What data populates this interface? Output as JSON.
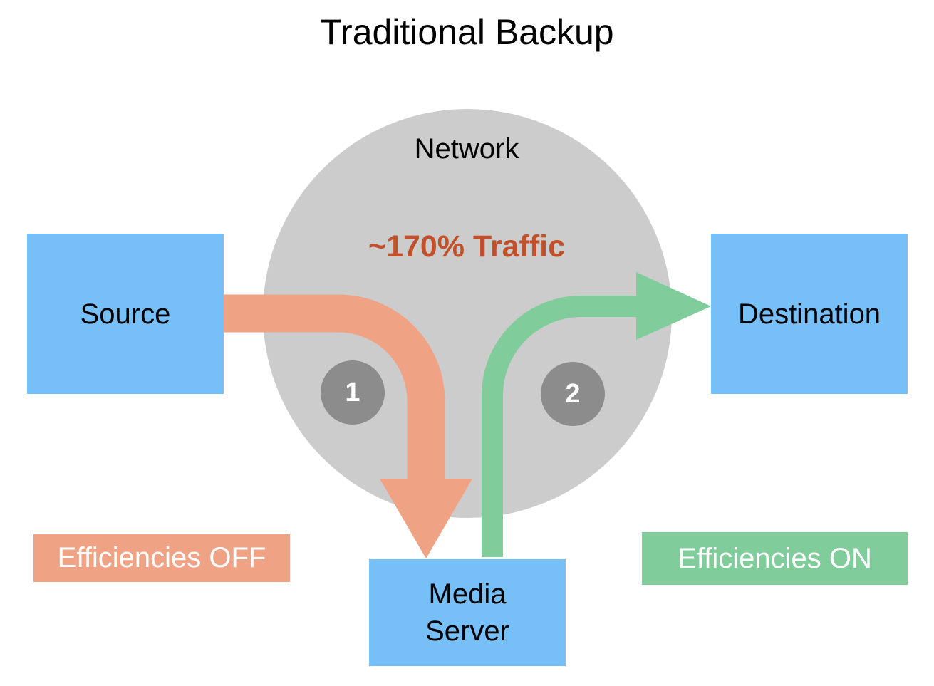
{
  "title": "Traditional Backup",
  "network": {
    "label": "Network",
    "traffic_label": "~170% Traffic",
    "traffic_color": "#c2502a",
    "circle_color": "#cccccc"
  },
  "nodes": {
    "source": "Source",
    "destination": "Destination",
    "media_server": "Media\nServer",
    "box_color": "#76bff7"
  },
  "steps": [
    {
      "label": "1"
    },
    {
      "label": "2"
    }
  ],
  "legend": {
    "off": {
      "label": "Efficiencies OFF",
      "color": "#f0a384"
    },
    "on": {
      "label": "Efficiencies ON",
      "color": "#80cc9a"
    }
  }
}
